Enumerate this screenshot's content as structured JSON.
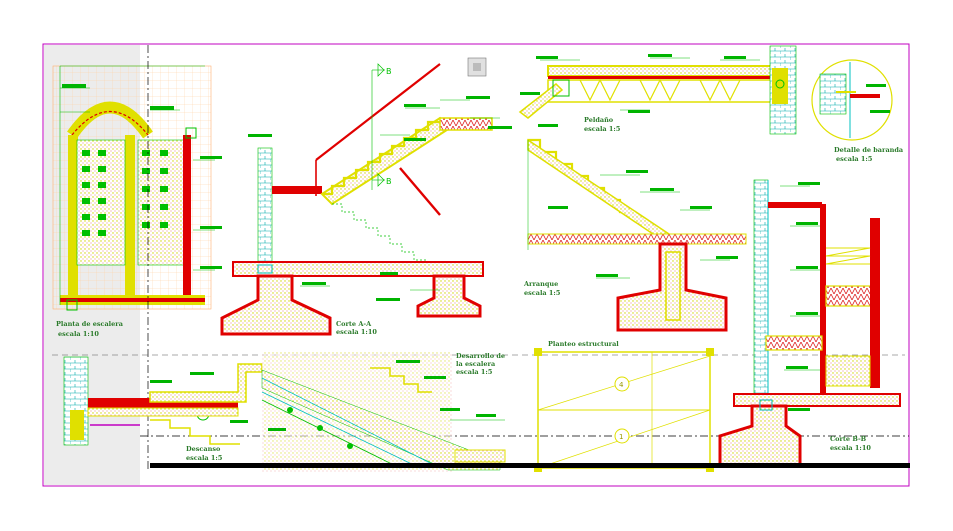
{
  "drawing": {
    "titles": {
      "plan": "Planta de escalera",
      "plan_scale": "escala 1:10",
      "section_aa": "Corte A-A",
      "section_aa_scale": "escala 1:10",
      "peldano": "Peldaño",
      "peldano_scale": "escala 1:5",
      "arranque": "Arranque",
      "arranque_scale": "escala 1:5",
      "detalle_baranda": "Detalle de baranda",
      "detalle_baranda_scale": "escala 1:5",
      "desarrollo": "Desarrollo de",
      "desarrollo_line2": "la escalera",
      "desarrollo_scale": "escala 1:5",
      "planteo": "Planteo estructural",
      "descanso": "Descanso",
      "descanso_scale": "escala 1:5",
      "section_bb": "Corte B-B",
      "section_bb_scale": "escala 1:10"
    },
    "markers": {
      "b_top": "B",
      "b_mid": "B",
      "axis_4": "4",
      "axis_1": "1"
    },
    "colors": {
      "background": "#ffffff",
      "border": "#c000c0",
      "concrete": "#e0e000",
      "brick": "#e00000",
      "rebar": "#ff0000",
      "dims": "#00c000",
      "steel": "#00c0c0",
      "notes": "#2a7a2a"
    }
  }
}
